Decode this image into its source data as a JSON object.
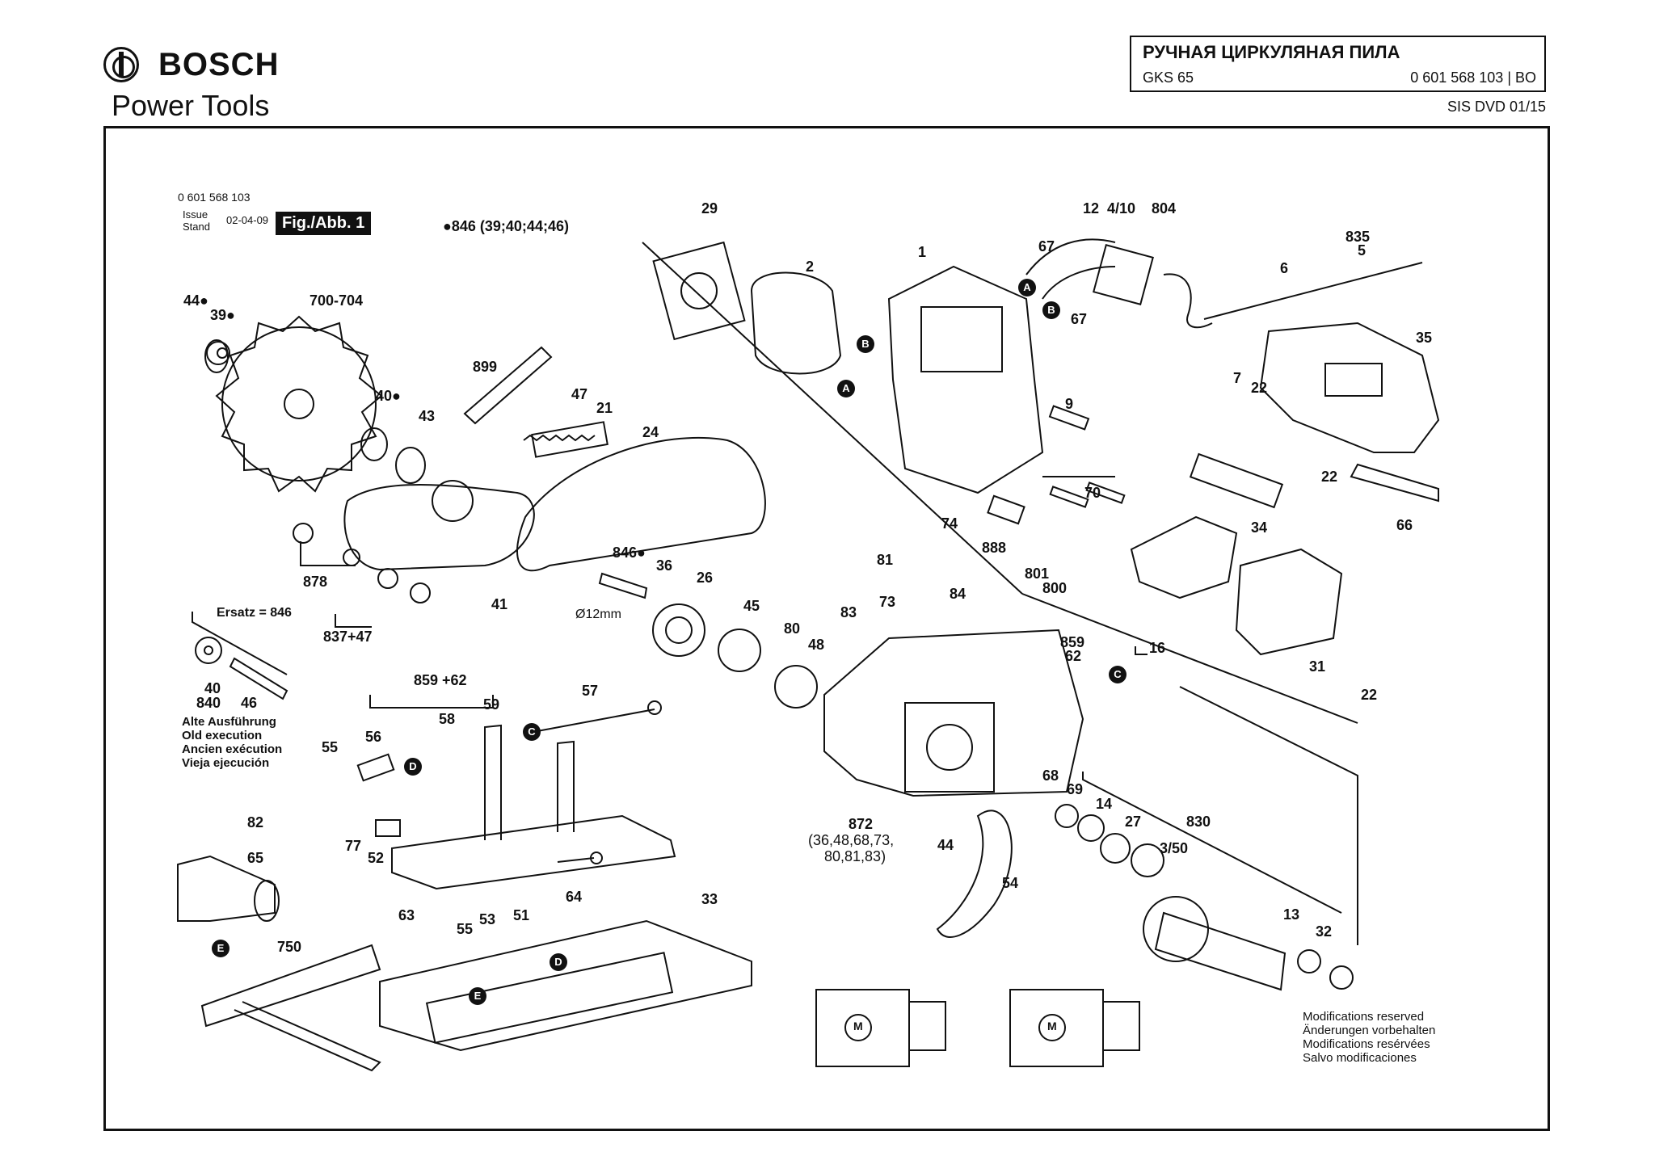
{
  "header": {
    "brand": "BOSCH",
    "subbrand": "Power Tools",
    "title": "РУЧНАЯ ЦИРКУЛЯНАЯ ПИЛА",
    "model": "GKS 65",
    "part_number": "0 601 568 103 | BO",
    "dvd": "SIS DVD 01/15"
  },
  "figure": {
    "id": "0 601 568 103",
    "issue_label": "Issue",
    "stand_label": "Stand",
    "issue_date": "02-04-09",
    "fig_label": "Fig./Abb. 1",
    "kit_note": "●846 (39;40;44;46)"
  },
  "labels": {
    "p29": "29",
    "p2": "2",
    "p1": "1",
    "p12": "12",
    "p4_10": "4/10",
    "p804": "804",
    "p67a": "67",
    "p67b": "67",
    "p835": "835",
    "p5": "5",
    "p6": "6",
    "p35": "35",
    "p7": "7",
    "p22a": "22",
    "p22b": "22",
    "p22c": "22",
    "p9": "9",
    "p70": "70",
    "p74": "74",
    "p888": "888",
    "p34": "34",
    "p66": "66",
    "p44": "44●",
    "p39": "39●",
    "p700": "700-704",
    "p899": "899",
    "p47": "47",
    "p21": "21",
    "p24": "24",
    "p40": "40●",
    "p43": "43",
    "p878": "878",
    "p837": "837+47",
    "p41": "41",
    "p846": "846●",
    "p36": "36",
    "p26": "26",
    "p12mm": "Ø12mm",
    "p45": "45",
    "p80": "80",
    "p48": "48",
    "p81": "81",
    "p73": "73",
    "p84": "84",
    "p83": "83",
    "p801": "801",
    "p800": "800",
    "p16": "16",
    "p31": "31",
    "p859a": "859",
    "p62a": "62",
    "ersatz": "Ersatz = 846",
    "p40b": "40",
    "p840": "840",
    "p46": "46",
    "alt1": "Alte Ausführung",
    "alt2": "Old execution",
    "alt3": "Ancien exécution",
    "alt4": "Vieja ejecución",
    "p859_62": "859 +62",
    "p57": "57",
    "p55a": "55",
    "p56": "56",
    "p58": "58",
    "p59": "59",
    "p77": "77",
    "p52": "52",
    "p64": "64",
    "p82": "82",
    "p65": "65",
    "p55b": "55",
    "p53": "53",
    "p63": "63",
    "p51": "51",
    "p33": "33",
    "p750": "750",
    "p872": "872",
    "p872b": "(36,48,68,73,",
    "p872c": "80,81,83)",
    "p44b": "44",
    "p54": "54",
    "p68": "68",
    "p69": "69",
    "p14": "14",
    "p27": "27",
    "p830": "830",
    "p3_50": "3/50",
    "p13": "13",
    "p32": "32"
  },
  "markers": {
    "A": "A",
    "B": "B",
    "C": "C",
    "D": "D",
    "E": "E"
  },
  "notes": [
    "Modifications reserved",
    "Änderungen vorbehalten",
    "Modifications resérvées",
    "Salvo modificaciones"
  ],
  "motor_symbol": "M"
}
